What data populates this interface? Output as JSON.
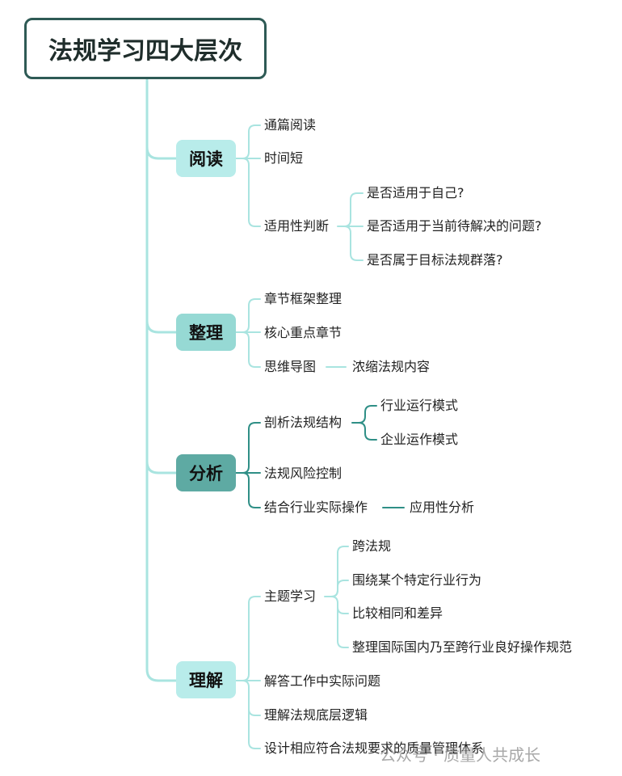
{
  "title": "法规学习四大层次",
  "colors": {
    "root_border": "#2e5a55",
    "light_line": "#a9e4e0",
    "dark_line": "#2f8f86",
    "light_fill": "#b8ecea",
    "mid_fill": "#96d9d4",
    "dark_fill": "#5eaaa3"
  },
  "branches": [
    {
      "label": "阅读",
      "items": [
        {
          "label": "通篇阅读"
        },
        {
          "label": "时间短"
        },
        {
          "label": "适用性判断",
          "children": [
            "是否适用于自己?",
            "是否适用于当前待解决的问题?",
            "是否属于目标法规群落?"
          ]
        }
      ]
    },
    {
      "label": "整理",
      "items": [
        {
          "label": "章节框架整理"
        },
        {
          "label": "核心重点章节"
        },
        {
          "label": "思维导图",
          "children": [
            "浓缩法规内容"
          ]
        }
      ]
    },
    {
      "label": "分析",
      "items": [
        {
          "label": "剖析法规结构",
          "children": [
            "行业运行模式",
            "企业运作模式"
          ]
        },
        {
          "label": "法规风险控制"
        },
        {
          "label": "结合行业实际操作",
          "children": [
            "应用性分析"
          ]
        }
      ]
    },
    {
      "label": "理解",
      "items": [
        {
          "label": "主题学习",
          "children": [
            "跨法规",
            "围绕某个特定行业行为",
            "比较相同和差异",
            "整理国际国内乃至跨行业良好操作规范"
          ]
        },
        {
          "label": "解答工作中实际问题"
        },
        {
          "label": "理解法规底层逻辑"
        },
        {
          "label": "设计相应符合法规要求的质量管理体系"
        }
      ]
    }
  ],
  "watermark": "公众号 · 质量人共成长"
}
